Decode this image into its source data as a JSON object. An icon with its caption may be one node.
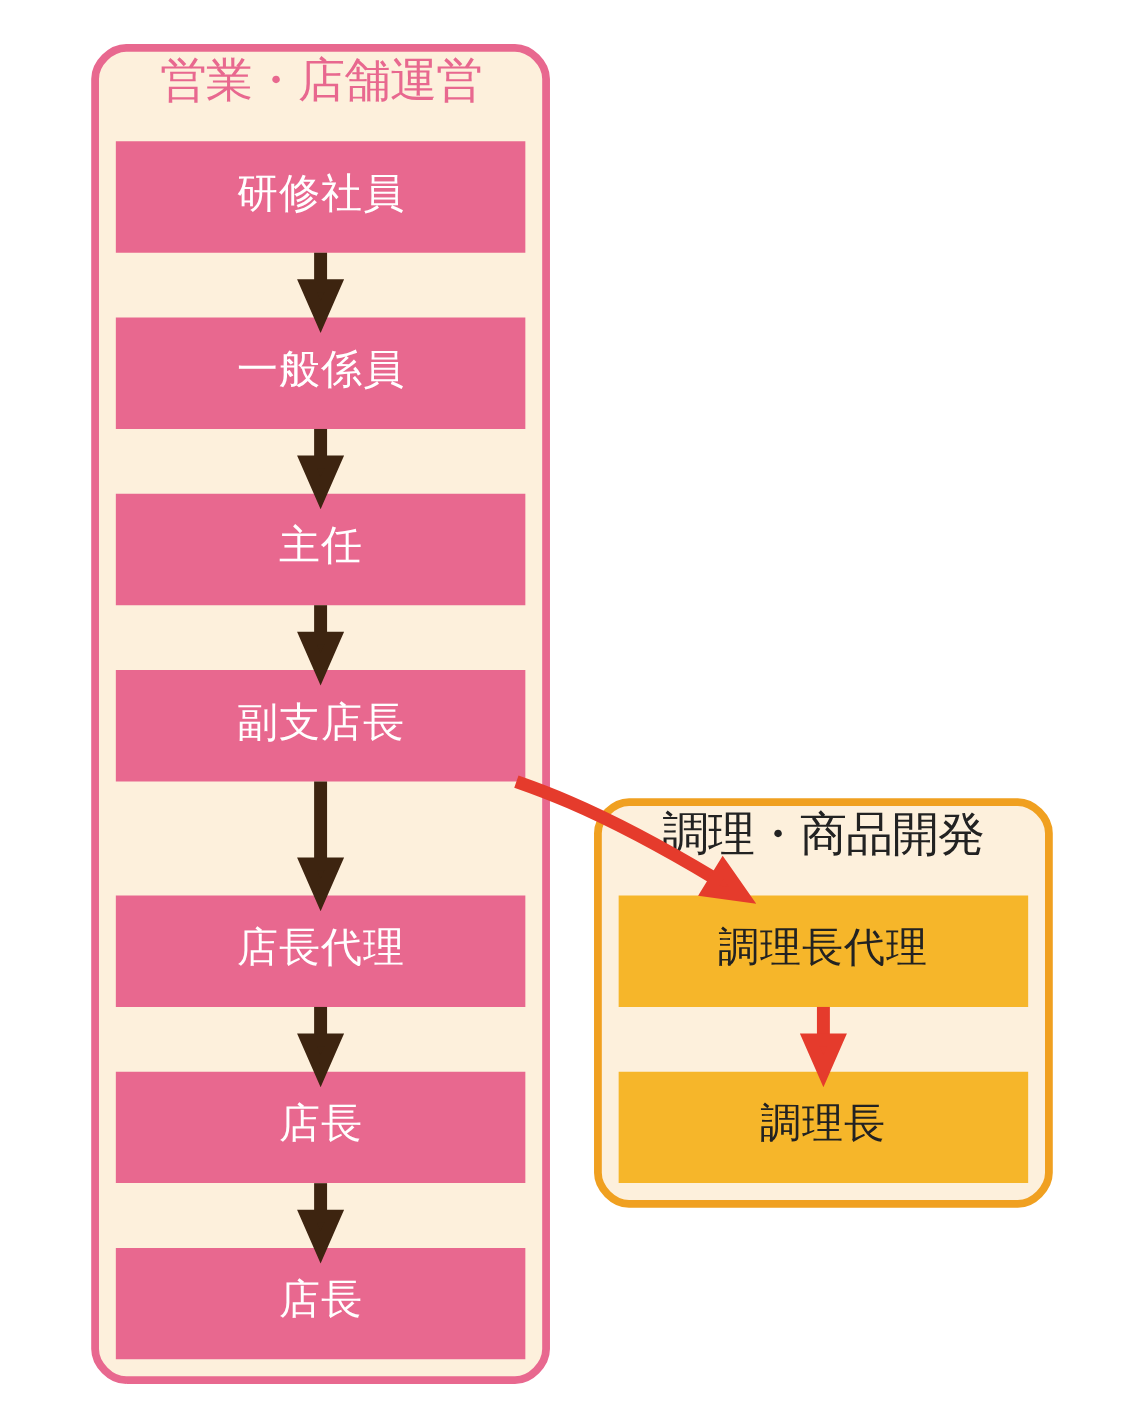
{
  "diagram": {
    "nodes": [
      {
        "text": [
          "営業・店舗運営"
        ]
      },
      {
        "text": [
          "研修社員"
        ],
        "in": 0
      },
      {
        "text": [
          "一般係員"
        ],
        "in": 0
      },
      {
        "text": [
          "主任"
        ],
        "in": 0
      },
      {
        "text": [
          "副支店長"
        ],
        "in": 0
      },
      {
        "text": [
          "店長代理"
        ],
        "in": 0
      },
      {
        "text": [
          "店長"
        ],
        "in": 0
      },
      {
        "text": [
          "店長"
        ],
        "in": 0
      },
      {
        "text": [
          "調理・商品開発"
        ]
      },
      {
        "text": [
          "調理長代理"
        ],
        "in": 8
      },
      {
        "text": [
          "調理長"
        ],
        "in": 8
      }
    ],
    "edges": [
      {
        "from": 1,
        "to": 2,
        "arrow": "to"
      },
      {
        "from": 2,
        "to": 3,
        "arrow": "to"
      },
      {
        "from": 3,
        "to": 4,
        "arrow": "to"
      },
      {
        "from": 4,
        "to": 5,
        "arrow": "to"
      },
      {
        "from": 5,
        "to": 6,
        "arrow": "to"
      },
      {
        "from": 6,
        "to": 7,
        "arrow": "to"
      },
      {
        "from": 4,
        "to": 9,
        "arrow": "to",
        "color": "#e53b2c"
      },
      {
        "from": 9,
        "to": 10,
        "arrow": "to",
        "color": "#e53b2c"
      }
    ]
  }
}
